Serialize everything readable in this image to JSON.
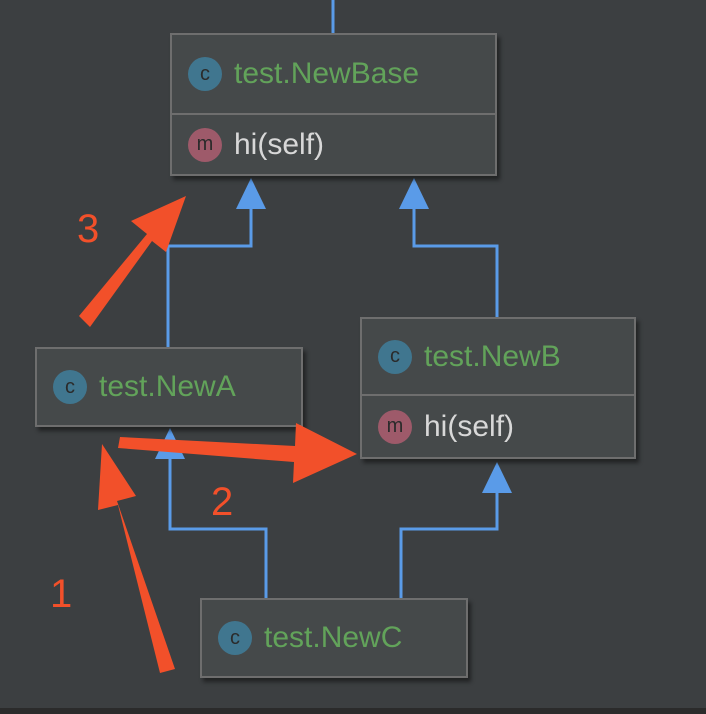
{
  "colors": {
    "background": "#3c3f41",
    "connector": "#5a9be8",
    "annotation": "#f2502a",
    "class_name": "#62a35a",
    "method_name": "#d8d8d8"
  },
  "badges": {
    "class": "c",
    "method": "m"
  },
  "classes": {
    "newbase": {
      "name": "test.NewBase",
      "method": "hi(self)"
    },
    "newa": {
      "name": "test.NewA"
    },
    "newb": {
      "name": "test.NewB",
      "method": "hi(self)"
    },
    "newc": {
      "name": "test.NewC"
    }
  },
  "annotations": {
    "one": "1",
    "two": "2",
    "three": "3"
  }
}
